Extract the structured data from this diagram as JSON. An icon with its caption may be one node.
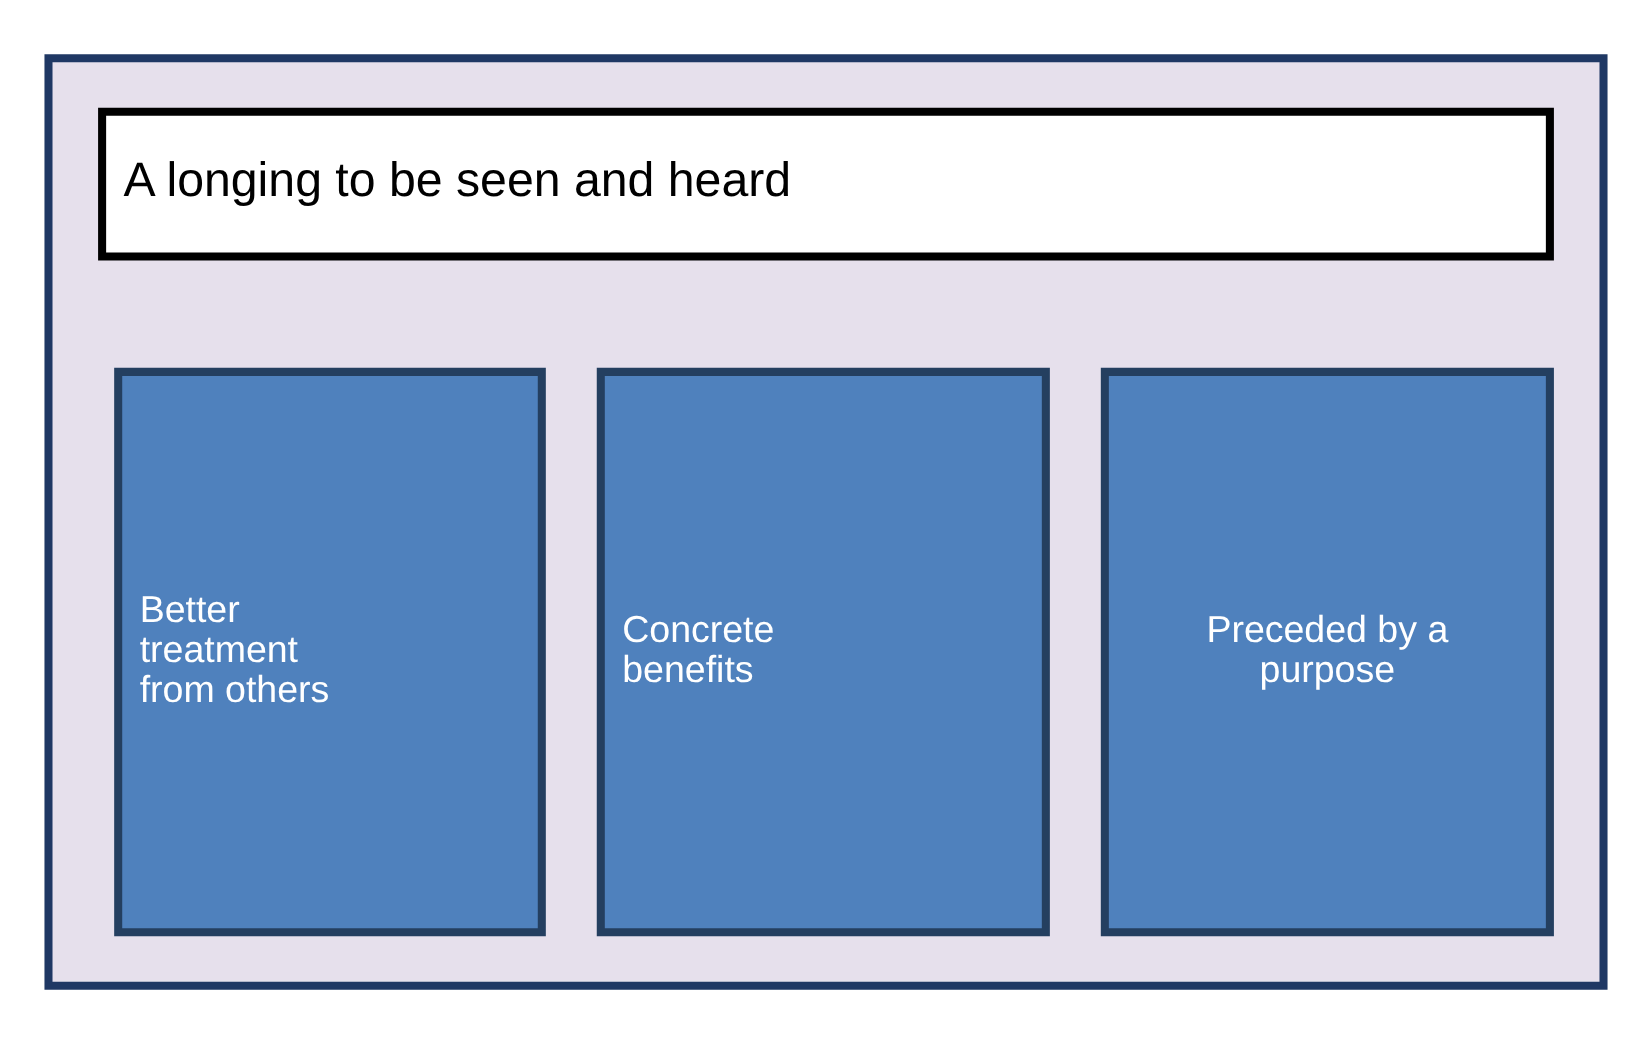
{
  "diagram": {
    "nodes": [
      {
        "text": [],
        "shape": "box"
      },
      {
        "text": [
          "A longing to be seen and heard"
        ],
        "in": 0
      },
      {
        "text": [
          "Better treatment from others"
        ],
        "in": 0
      },
      {
        "text": [
          "Concrete benefits"
        ],
        "in": 0
      },
      {
        "text": [
          "Preceded by a purpose"
        ],
        "in": 0
      }
    ]
  }
}
